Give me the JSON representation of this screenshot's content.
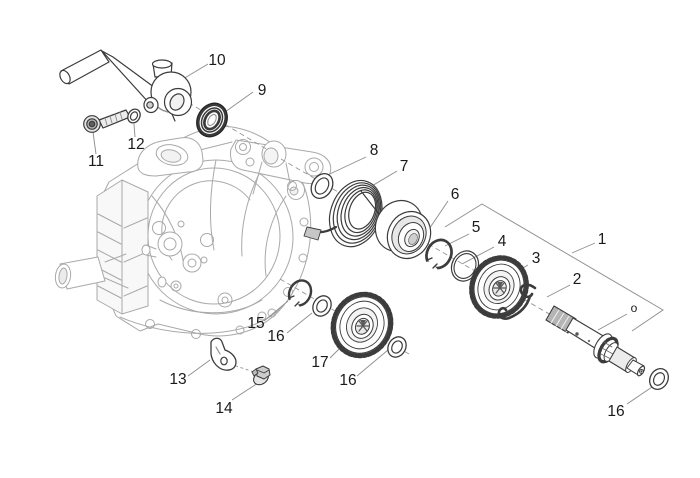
{
  "diagram": {
    "colors": {
      "background": "#ffffff",
      "case_lines": "#a9a9a9",
      "part_lines": "#3c3c3c",
      "leader_lines": "#8f8f8f",
      "label_text": "#1a1a1a"
    },
    "callouts": [
      {
        "text": "10"
      },
      {
        "text": "9"
      },
      {
        "text": "11"
      },
      {
        "text": "12"
      },
      {
        "text": "8"
      },
      {
        "text": "7"
      },
      {
        "text": "6"
      },
      {
        "text": "5"
      },
      {
        "text": "4"
      },
      {
        "text": "3"
      },
      {
        "text": "2"
      },
      {
        "text": "1"
      },
      {
        "text": "o"
      },
      {
        "text": "15"
      },
      {
        "text": "16"
      },
      {
        "text": "17"
      },
      {
        "text": "16"
      },
      {
        "text": "16"
      },
      {
        "text": "13"
      },
      {
        "text": "14"
      }
    ]
  }
}
